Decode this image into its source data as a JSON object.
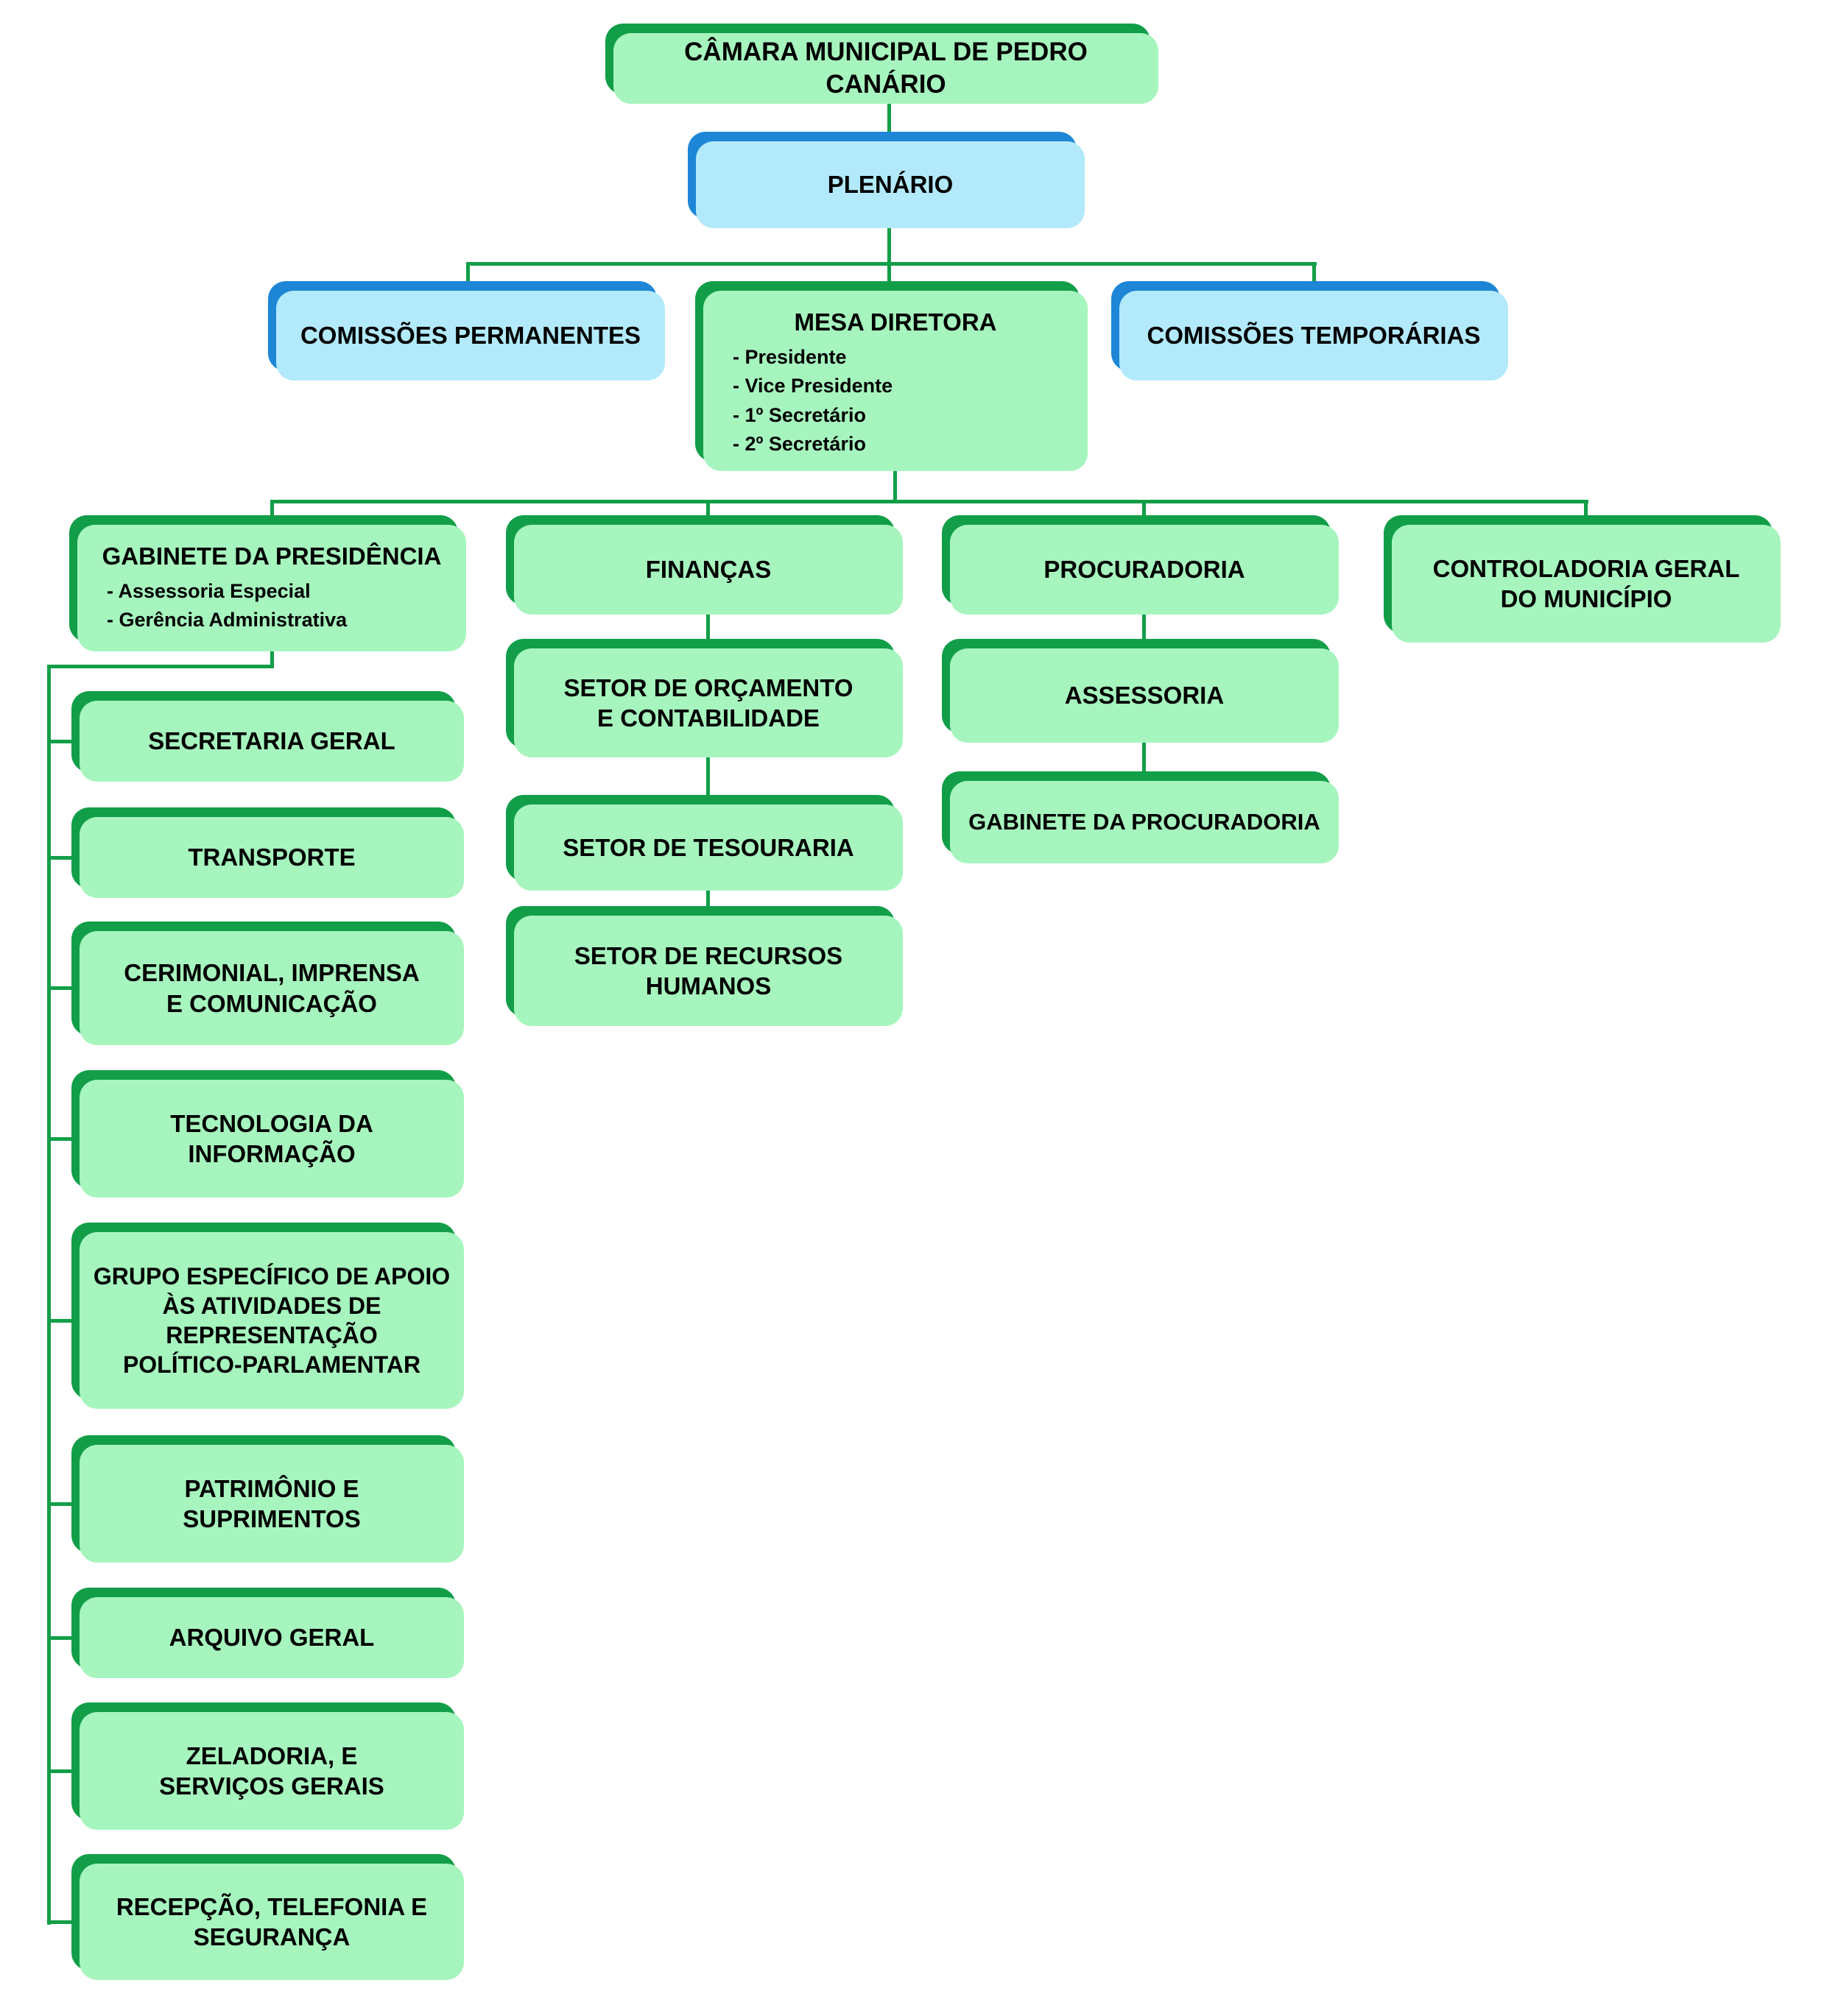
{
  "colors": {
    "green_fill": "#a6f5be",
    "green_dark": "#129e48",
    "blue_fill": "#b2eafb",
    "blue_dark": "#1d86d6",
    "line": "#129e48"
  },
  "nodes": {
    "camara": {
      "label": "CÂMARA MUNICIPAL DE PEDRO CANÁRIO"
    },
    "plenario": {
      "label": "PLENÁRIO"
    },
    "comissoes_permanentes": {
      "label": "COMISSÕES PERMANENTES"
    },
    "mesa_diretora": {
      "label": "MESA DIRETORA",
      "items": [
        "- Presidente",
        "- Vice Presidente",
        "- 1º Secretário",
        "- 2º Secretário"
      ]
    },
    "comissoes_temporarias": {
      "label": "COMISSÕES TEMPORÁRIAS"
    },
    "gabinete_presidencia": {
      "label": "GABINETE DA PRESIDÊNCIA",
      "items": [
        "- Assessoria Especial",
        "- Gerência Administrativa"
      ]
    },
    "financas": {
      "label": "FINANÇAS"
    },
    "procuradoria": {
      "label": "PROCURADORIA"
    },
    "controladoria": {
      "label": "CONTROLADORIA GERAL\nDO MUNICÍPIO"
    },
    "secretaria_geral": {
      "label": "SECRETARIA GERAL"
    },
    "transporte": {
      "label": "TRANSPORTE"
    },
    "cerimonial": {
      "label": "CERIMONIAL, IMPRENSA\nE COMUNICAÇÃO"
    },
    "tecnologia": {
      "label": "TECNOLOGIA DA\nINFORMAÇÃO"
    },
    "grupo_apoio": {
      "label": "GRUPO ESPECÍFICO DE APOIO\nÀS ATIVIDADES DE\nREPRESENTAÇÃO\nPOLÍTICO-PARLAMENTAR"
    },
    "patrimonio": {
      "label": "PATRIMÔNIO E\nSUPRIMENTOS"
    },
    "arquivo_geral": {
      "label": "ARQUIVO GERAL"
    },
    "zeladoria": {
      "label": "ZELADORIA, E\nSERVIÇOS GERAIS"
    },
    "recepcao": {
      "label": "RECEPÇÃO, TELEFONIA E\nSEGURANÇA"
    },
    "setor_orcamento": {
      "label": "SETOR DE ORÇAMENTO\nE CONTABILIDADE"
    },
    "setor_tesouraria": {
      "label": "SETOR DE TESOURARIA"
    },
    "setor_rh": {
      "label": "SETOR DE RECURSOS\nHUMANOS"
    },
    "assessoria": {
      "label": "ASSESSORIA"
    },
    "gabinete_procuradoria": {
      "label": "GABINETE DA PROCURADORIA"
    }
  }
}
